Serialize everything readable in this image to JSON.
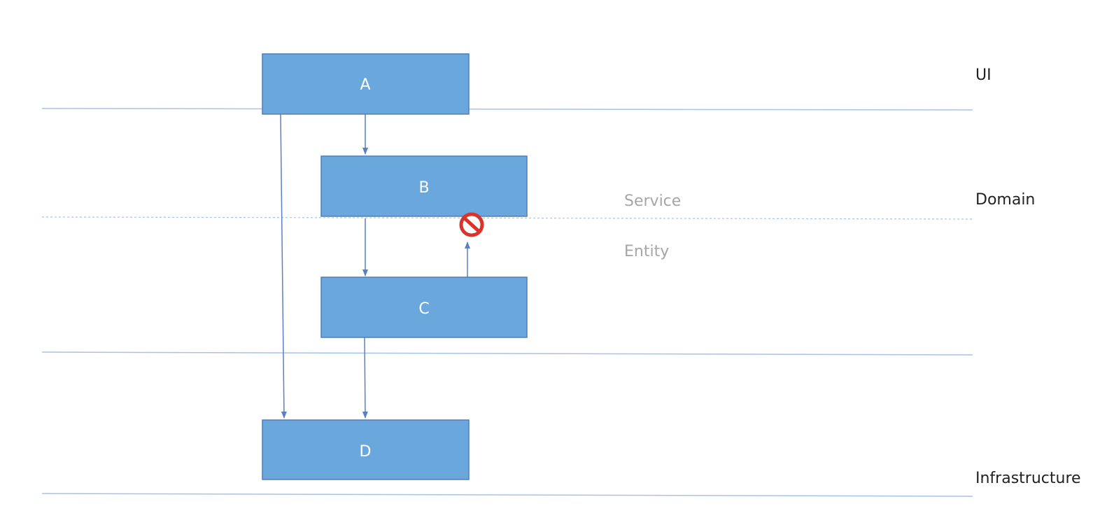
{
  "layers": {
    "ui": "UI",
    "domain": "Domain",
    "infrastructure": "Infrastructure"
  },
  "domain_sublayers": {
    "service": "Service",
    "entity": "Entity"
  },
  "nodes": {
    "a": "A",
    "b": "B",
    "c": "C",
    "d": "D"
  },
  "edges": [
    {
      "from": "A",
      "to": "B",
      "allowed": true
    },
    {
      "from": "A",
      "to": "D",
      "allowed": true
    },
    {
      "from": "B",
      "to": "C",
      "allowed": true
    },
    {
      "from": "C",
      "to": "D",
      "allowed": true
    },
    {
      "from": "C",
      "to": "B",
      "allowed": false
    }
  ],
  "colors": {
    "box_fill": "#6aa7dc",
    "box_border": "#4f7fb5",
    "layer_line": "#a9c3e6",
    "arrow": "#5a80c4",
    "forbidden": "#d9332b",
    "sublabel_text": "#a6a6a6"
  },
  "icons": {
    "forbidden": "no-entry-icon"
  }
}
